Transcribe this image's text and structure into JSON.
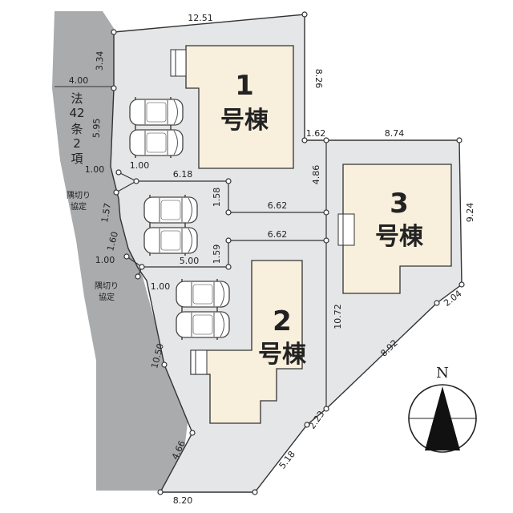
{
  "colors": {
    "road": "#a9abad",
    "site": "#e5e6e7",
    "building": "#f8efdc",
    "line": "#333333",
    "vertex": "#ffffff"
  },
  "houses": {
    "h1": {
      "number": "1",
      "label": "号棟"
    },
    "h2": {
      "number": "2",
      "label": "号棟"
    },
    "h3": {
      "number": "3",
      "label": "号棟"
    }
  },
  "road_label": [
    "法",
    "42",
    "条",
    "2",
    "項"
  ],
  "corner_cut_label": [
    "隅切り",
    "協定"
  ],
  "dimensions": {
    "top": "12.51",
    "top_left": "3.34",
    "road_width": "4.00",
    "left_upper": "5.95",
    "cut1_a": "1.00",
    "cut1_b": "1.00",
    "left_mid": "1.57",
    "left_mid2": "1.60",
    "cut2_a": "1.00",
    "cut2_b": "1.00",
    "left_long": "10.50",
    "bottom_left_diag": "4.66",
    "bottom": "8.20",
    "bottom_right_diag": "5.18",
    "lot2_corner": "2.23",
    "lot3_long_diag": "8.92",
    "lot3_corner": "2.04",
    "lot3_right": "9.24",
    "lot3_top": "8.74",
    "step_small": "1.62",
    "lot1_right": "8.26",
    "lot3_left": "4.86",
    "drive_upper_len": "6.18",
    "drive_upper_w": "1.58",
    "drive_mid_len": "6.62",
    "drive_lower_len": "6.62",
    "drive_lower_w": "1.59",
    "drive_bottom_len": "5.00",
    "lot2_right": "10.72"
  },
  "compass": {
    "label": "N"
  }
}
